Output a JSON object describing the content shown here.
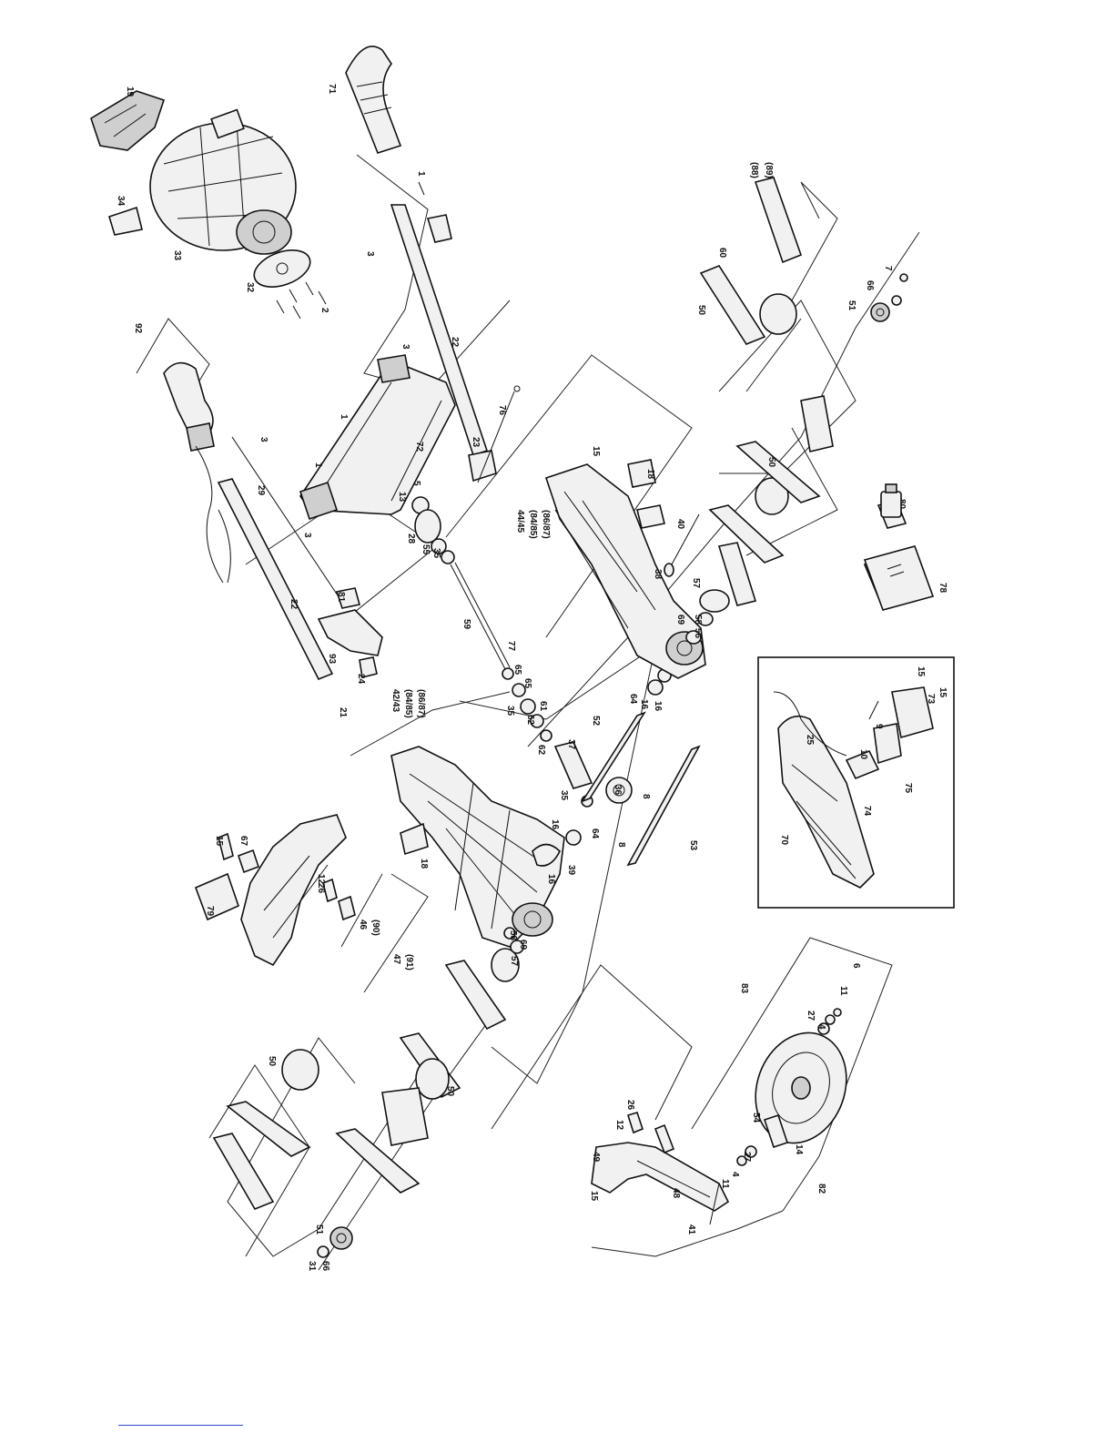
{
  "labels": [
    {
      "id": "l19",
      "text": "19"
    },
    {
      "id": "l71",
      "text": "71"
    },
    {
      "id": "l34",
      "text": "34"
    },
    {
      "id": "l33",
      "text": "33"
    },
    {
      "id": "l32",
      "text": "32"
    },
    {
      "id": "l2",
      "text": "2"
    },
    {
      "id": "l1a",
      "text": "1"
    },
    {
      "id": "l3a",
      "text": "3"
    },
    {
      "id": "l92",
      "text": "92"
    },
    {
      "id": "l22a",
      "text": "22"
    },
    {
      "id": "l3b",
      "text": "3"
    },
    {
      "id": "l1b",
      "text": "1"
    },
    {
      "id": "l1c",
      "text": "1"
    },
    {
      "id": "l3c",
      "text": "3"
    },
    {
      "id": "l3d",
      "text": "3"
    },
    {
      "id": "l29",
      "text": "29"
    },
    {
      "id": "l72",
      "text": "72"
    },
    {
      "id": "l76",
      "text": "76"
    },
    {
      "id": "l23",
      "text": "23"
    },
    {
      "id": "l5",
      "text": "5"
    },
    {
      "id": "l13",
      "text": "13"
    },
    {
      "id": "l28",
      "text": "28"
    },
    {
      "id": "l55",
      "text": "55"
    },
    {
      "id": "l35a",
      "text": "35"
    },
    {
      "id": "l22b",
      "text": "22"
    },
    {
      "id": "l81",
      "text": "81"
    },
    {
      "id": "l93",
      "text": "93"
    },
    {
      "id": "l24",
      "text": "24"
    },
    {
      "id": "l21",
      "text": "21"
    },
    {
      "id": "l59",
      "text": "59"
    },
    {
      "id": "l77",
      "text": "77"
    },
    {
      "id": "l65a",
      "text": "65"
    },
    {
      "id": "l35b",
      "text": "35"
    },
    {
      "id": "l65b",
      "text": "65"
    },
    {
      "id": "l61",
      "text": "61"
    },
    {
      "id": "l62a",
      "text": "62"
    },
    {
      "id": "l62b",
      "text": "62"
    },
    {
      "id": "l37",
      "text": "37"
    },
    {
      "id": "l35c",
      "text": "35"
    },
    {
      "id": "l52",
      "text": "52"
    },
    {
      "id": "l64a",
      "text": "64"
    },
    {
      "id": "l16a",
      "text": "16"
    },
    {
      "id": "l16b",
      "text": "16"
    },
    {
      "id": "l36",
      "text": "36"
    },
    {
      "id": "l8a",
      "text": "8"
    },
    {
      "id": "l8b",
      "text": "8"
    },
    {
      "id": "l64b",
      "text": "64"
    },
    {
      "id": "l53",
      "text": "53"
    },
    {
      "id": "l16c",
      "text": "16"
    },
    {
      "id": "l39",
      "text": "39"
    },
    {
      "id": "l16d",
      "text": "16"
    },
    {
      "id": "l15a",
      "text": "15"
    },
    {
      "id": "l18a",
      "text": "18"
    },
    {
      "id": "l4445",
      "text": "44/45"
    },
    {
      "id": "l8485",
      "text": "(84/85)"
    },
    {
      "id": "l8687a",
      "text": "(86/87)"
    },
    {
      "id": "l40",
      "text": "40"
    },
    {
      "id": "l38",
      "text": "38"
    },
    {
      "id": "l57a",
      "text": "57"
    },
    {
      "id": "l69a",
      "text": "69"
    },
    {
      "id": "l56",
      "text": "56"
    },
    {
      "id": "l58a",
      "text": "58"
    },
    {
      "id": "l4243",
      "text": "42/43"
    },
    {
      "id": "l8485b",
      "text": "(84/85)"
    },
    {
      "id": "l8687b",
      "text": "(86/87)"
    },
    {
      "id": "l18b",
      "text": "18"
    },
    {
      "id": "l15b",
      "text": "15"
    },
    {
      "id": "l67",
      "text": "67"
    },
    {
      "id": "l12a",
      "text": "12"
    },
    {
      "id": "l26a",
      "text": "26"
    },
    {
      "id": "l79",
      "text": "79"
    },
    {
      "id": "l46",
      "text": "46"
    },
    {
      "id": "l90",
      "text": "(90)"
    },
    {
      "id": "l47",
      "text": "47"
    },
    {
      "id": "l91",
      "text": "(91)"
    },
    {
      "id": "l58b",
      "text": "58"
    },
    {
      "id": "l69b",
      "text": "69"
    },
    {
      "id": "l57b",
      "text": "57"
    },
    {
      "id": "l50a",
      "text": "50"
    },
    {
      "id": "l50b",
      "text": "50"
    },
    {
      "id": "l51a",
      "text": "51"
    },
    {
      "id": "l31",
      "text": "31"
    },
    {
      "id": "l66a",
      "text": "66"
    },
    {
      "id": "l88",
      "text": "(88)"
    },
    {
      "id": "l89",
      "text": "(89)"
    },
    {
      "id": "l60",
      "text": "60"
    },
    {
      "id": "l50c",
      "text": "50"
    },
    {
      "id": "l51b",
      "text": "51"
    },
    {
      "id": "l66b",
      "text": "66"
    },
    {
      "id": "l7",
      "text": "7"
    },
    {
      "id": "l50d",
      "text": "50"
    },
    {
      "id": "l80",
      "text": "80"
    },
    {
      "id": "l78",
      "text": "78"
    },
    {
      "id": "l15c",
      "text": "15"
    },
    {
      "id": "l15d",
      "text": "15"
    },
    {
      "id": "l73",
      "text": "73"
    },
    {
      "id": "l9",
      "text": "9"
    },
    {
      "id": "l10",
      "text": "10"
    },
    {
      "id": "l25",
      "text": "25"
    },
    {
      "id": "l75",
      "text": "75"
    },
    {
      "id": "l74",
      "text": "74"
    },
    {
      "id": "l70",
      "text": "70"
    },
    {
      "id": "l83",
      "text": "83"
    },
    {
      "id": "l6",
      "text": "6"
    },
    {
      "id": "l11a",
      "text": "11"
    },
    {
      "id": "l27a",
      "text": "27"
    },
    {
      "id": "l4a",
      "text": "4"
    },
    {
      "id": "l14",
      "text": "14"
    },
    {
      "id": "l26b",
      "text": "26"
    },
    {
      "id": "l12b",
      "text": "12"
    },
    {
      "id": "l49",
      "text": "49"
    },
    {
      "id": "l54",
      "text": "54"
    },
    {
      "id": "l27b",
      "text": "27"
    },
    {
      "id": "l4b",
      "text": "4"
    },
    {
      "id": "l11b",
      "text": "11"
    },
    {
      "id": "l48",
      "text": "48"
    },
    {
      "id": "l15e",
      "text": "15"
    },
    {
      "id": "l41",
      "text": "41"
    },
    {
      "id": "l82",
      "text": "82"
    }
  ],
  "colors": {
    "line": "#111111",
    "background": "#ffffff",
    "footer_rule": "#3344cc"
  }
}
